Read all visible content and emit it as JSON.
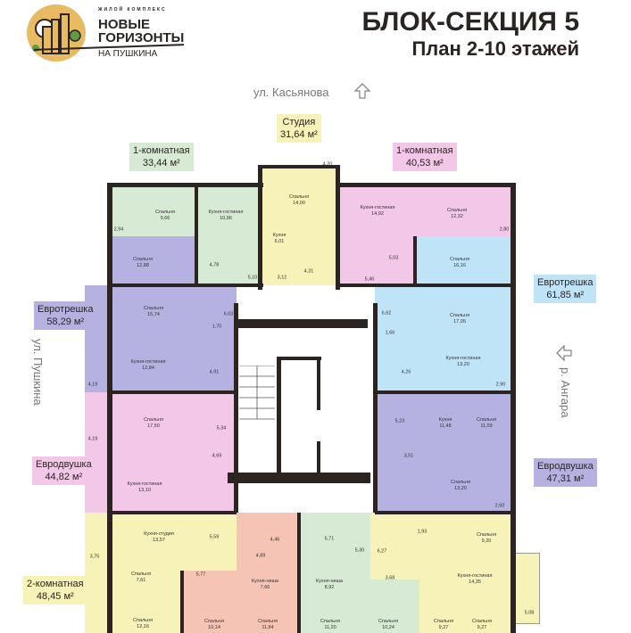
{
  "logo": {
    "kicker": "ЖИЛОЙ КОМПЛЕКС",
    "line1": "НОВЫЕ",
    "line2": "ГОРИЗОНТЫ",
    "line3": "НА ПУШКИНА"
  },
  "header": {
    "title": "БЛОК-СЕКЦИЯ 5",
    "subtitle": "План 2-10 этажей"
  },
  "streets": {
    "top": "ул. Касьянова",
    "left": "ул. Пушкина",
    "right": "р. Ангара"
  },
  "colors": {
    "green": "#d6ead4",
    "yellow": "#f6f2b8",
    "pink": "#f3c7e8",
    "purple": "#b5b2e2",
    "blue": "#bfe4f7",
    "salmon": "#f5c4b4",
    "wall": "#2b2420",
    "logo": "#e8bb63"
  },
  "apartments": [
    {
      "type": "Студия",
      "area": "31,64 м²"
    },
    {
      "type": "1-комнатная",
      "area": "33,44 м²"
    },
    {
      "type": "1-комнатная",
      "area": "40,53 м²"
    },
    {
      "type": "Евротрешка",
      "area": "58,29 м²"
    },
    {
      "type": "Евротрешка",
      "area": "61,85 м²"
    },
    {
      "type": "Евродвушка",
      "area": "44,82 м²"
    },
    {
      "type": "Евродвушка",
      "area": "47,31 м²"
    },
    {
      "type": "2-комнатная",
      "area": "48,45 м²"
    }
  ],
  "rooms": [
    {
      "name": "Спальня",
      "area": "9,66"
    },
    {
      "name": "Кухня-гостиная",
      "area": "10,96"
    },
    {
      "name": "",
      "area": "2,94"
    },
    {
      "name": "",
      "area": "4,78"
    },
    {
      "name": "",
      "area": "5,10"
    },
    {
      "name": "",
      "area": "4,20"
    },
    {
      "name": "Спальня",
      "area": "14,00"
    },
    {
      "name": "Кухня",
      "area": "6,01"
    },
    {
      "name": "",
      "area": "3,12"
    },
    {
      "name": "",
      "area": "4,31"
    },
    {
      "name": "Кухня-гостиная",
      "area": "14,92"
    },
    {
      "name": "Спальня",
      "area": "12,32"
    },
    {
      "name": "",
      "area": "2,80"
    },
    {
      "name": "",
      "area": "5,03"
    },
    {
      "name": "",
      "area": "5,46"
    },
    {
      "name": "Спальня",
      "area": "12,88"
    },
    {
      "name": "Спальня",
      "area": "15,74"
    },
    {
      "name": "",
      "area": "6,03"
    },
    {
      "name": "",
      "area": "1,70"
    },
    {
      "name": "Кухня-гостиная",
      "area": "12,84"
    },
    {
      "name": "",
      "area": "4,91"
    },
    {
      "name": "",
      "area": "4,19"
    },
    {
      "name": "Спальня",
      "area": "16,16"
    },
    {
      "name": "Спальня",
      "area": "17,05"
    },
    {
      "name": "",
      "area": "6,62"
    },
    {
      "name": "",
      "area": "1,66"
    },
    {
      "name": "",
      "area": "4,26"
    },
    {
      "name": "Кухня-гостиная",
      "area": "13,20"
    },
    {
      "name": "",
      "area": "2,90"
    },
    {
      "name": "Спальня",
      "area": "17,50"
    },
    {
      "name": "",
      "area": "5,34"
    },
    {
      "name": "",
      "area": "4,69"
    },
    {
      "name": "",
      "area": "4,19"
    },
    {
      "name": "Кухня-гостиная",
      "area": "13,10"
    },
    {
      "name": "",
      "area": "5,23"
    },
    {
      "name": "Кухня",
      "area": "11,48"
    },
    {
      "name": "Спальня",
      "area": "11,09"
    },
    {
      "name": "",
      "area": "3,51"
    },
    {
      "name": "Спальня",
      "area": "13,20"
    },
    {
      "name": "",
      "area": "2,60"
    },
    {
      "name": "",
      "area": "3,75"
    },
    {
      "name": "Кухня-студия",
      "area": "13,57"
    },
    {
      "name": "",
      "area": "5,59"
    },
    {
      "name": "Спальня",
      "area": "7,61"
    },
    {
      "name": "",
      "area": "5,77"
    },
    {
      "name": "Спальня",
      "area": "12,16"
    },
    {
      "name": "",
      "area": "4,46"
    },
    {
      "name": "",
      "area": "4,89"
    },
    {
      "name": "Кухня-ниша",
      "area": "7,66"
    },
    {
      "name": "Спальня",
      "area": "10,14"
    },
    {
      "name": "Спальня",
      "area": "11,84"
    },
    {
      "name": "",
      "area": "5,71"
    },
    {
      "name": "",
      "area": "5,30"
    },
    {
      "name": "Кухня-ниша",
      "area": "8,92"
    },
    {
      "name": "Спальня",
      "area": "11,20"
    },
    {
      "name": "Спальня",
      "area": "10,24"
    },
    {
      "name": "",
      "area": "1,93"
    },
    {
      "name": "Спальня",
      "area": "9,20"
    },
    {
      "name": "",
      "area": "6,27"
    },
    {
      "name": "",
      "area": "3,68"
    },
    {
      "name": "Кухня-гостиная",
      "area": "14,35"
    },
    {
      "name": "",
      "area": "5,08"
    },
    {
      "name": "Спальня",
      "area": "9,27"
    },
    {
      "name": "Спальня",
      "area": "9,27"
    }
  ]
}
